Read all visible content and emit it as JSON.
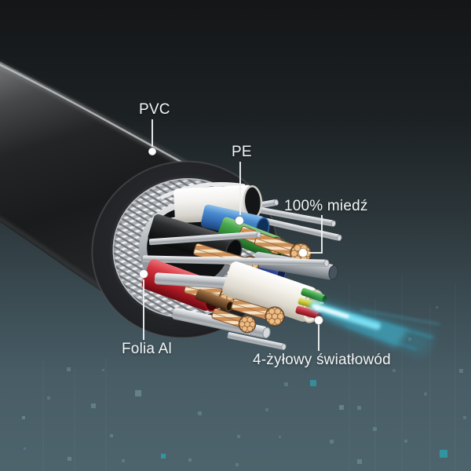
{
  "labels": {
    "pvc": "PVC",
    "pe": "PE",
    "copper": "100% miedź",
    "foil": "Folia Al",
    "fiber": "4-żyłowy światłowód"
  },
  "colors": {
    "background_top": "#141618",
    "background_bottom": "#4e646d",
    "accent_teal_square": "#2f9aa6",
    "glow_cyan": "#45c6e4",
    "jacket_black": "#1d1e20",
    "braid_silver": "#b4b8bc",
    "copper_strand": "#edbd85",
    "wire_blue": "#3a78c0",
    "wire_green": "#3c9a40",
    "wire_red": "#c4232e",
    "wire_navy": "#2b4a9e",
    "fiber_green": "#3fa344",
    "fiber_yellow": "#cfd13f",
    "fiber_red": "#bf2f3c",
    "label_text": "#f3f5f6",
    "marker_dot": "#ffffff"
  }
}
